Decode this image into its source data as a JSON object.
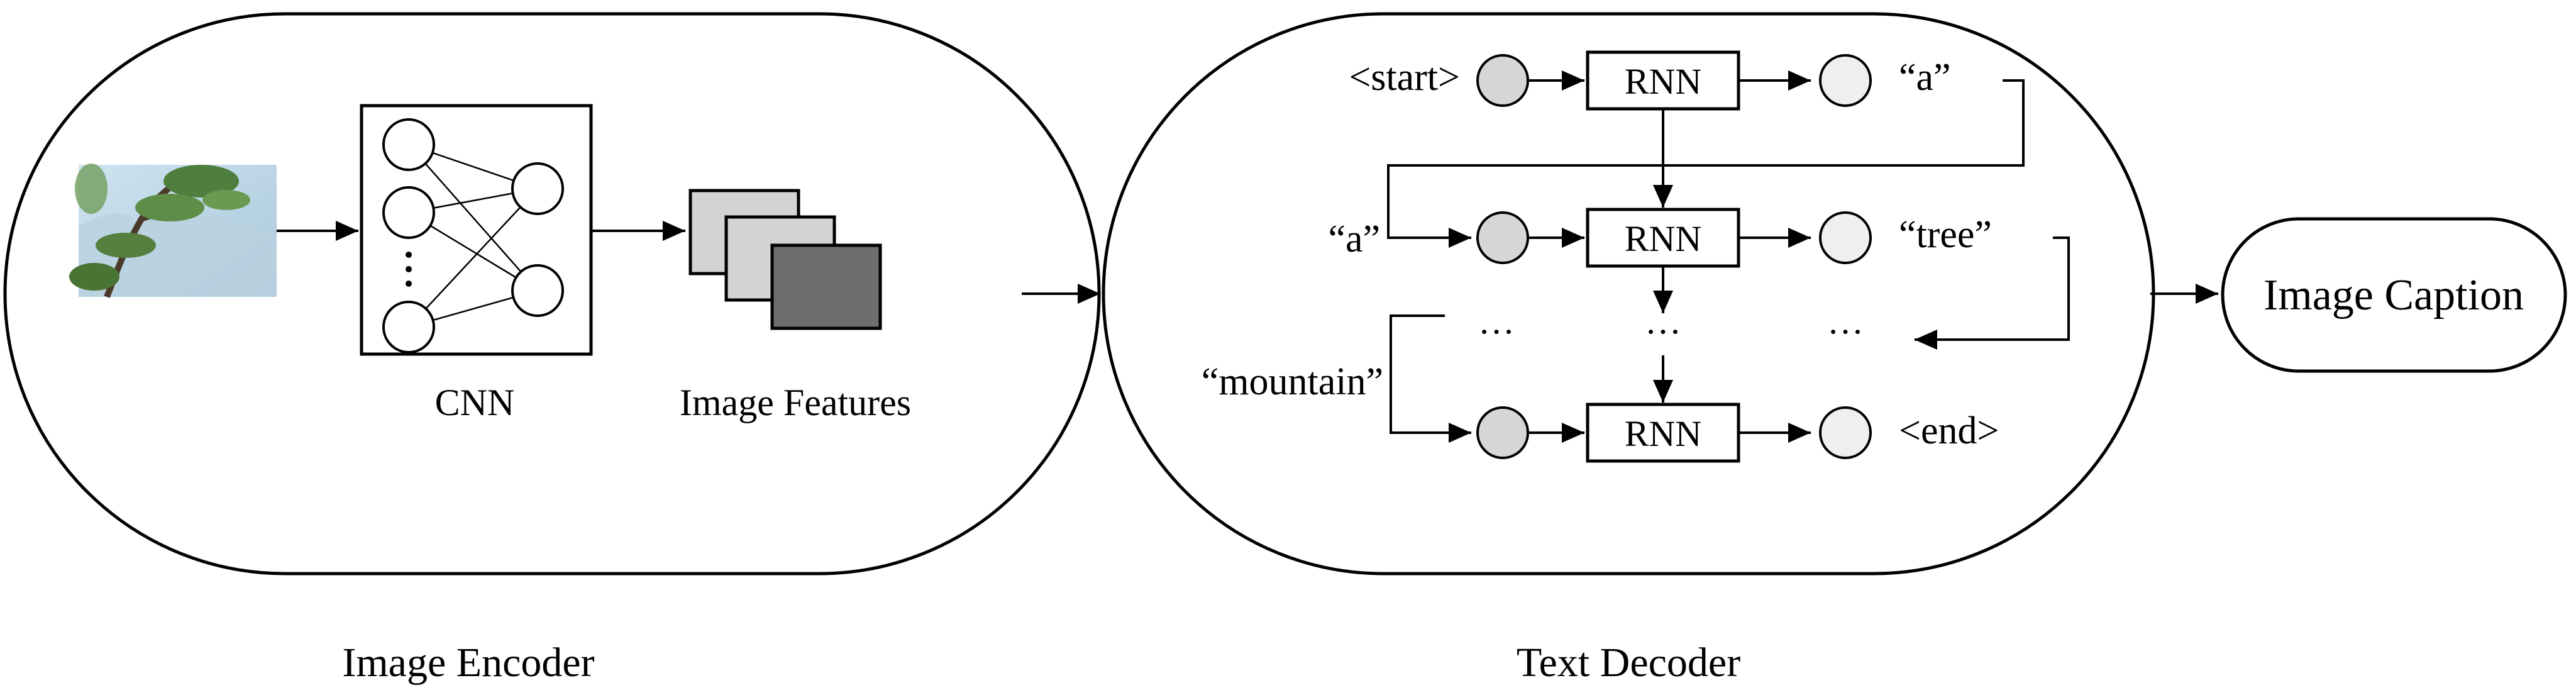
{
  "encoder": {
    "cnn_label": "CNN",
    "features_label": "Image Features",
    "title": "Image Encoder"
  },
  "decoder": {
    "title": "Text Decoder",
    "rnn_label": "RNN",
    "rows": [
      {
        "input": "<start>",
        "output": "“a”"
      },
      {
        "input": "“a”",
        "output": "“tree”"
      },
      {
        "input": "…",
        "output": "…",
        "rnn": "…"
      },
      {
        "input": "“mountain”",
        "output": "<end>"
      }
    ]
  },
  "output": {
    "label": "Image Caption"
  },
  "colors": {
    "token_fill": "#d6d6d6",
    "output_fill": "#efefef",
    "feature_light": "#d3d3d3",
    "feature_dark": "#6e6e6e"
  }
}
